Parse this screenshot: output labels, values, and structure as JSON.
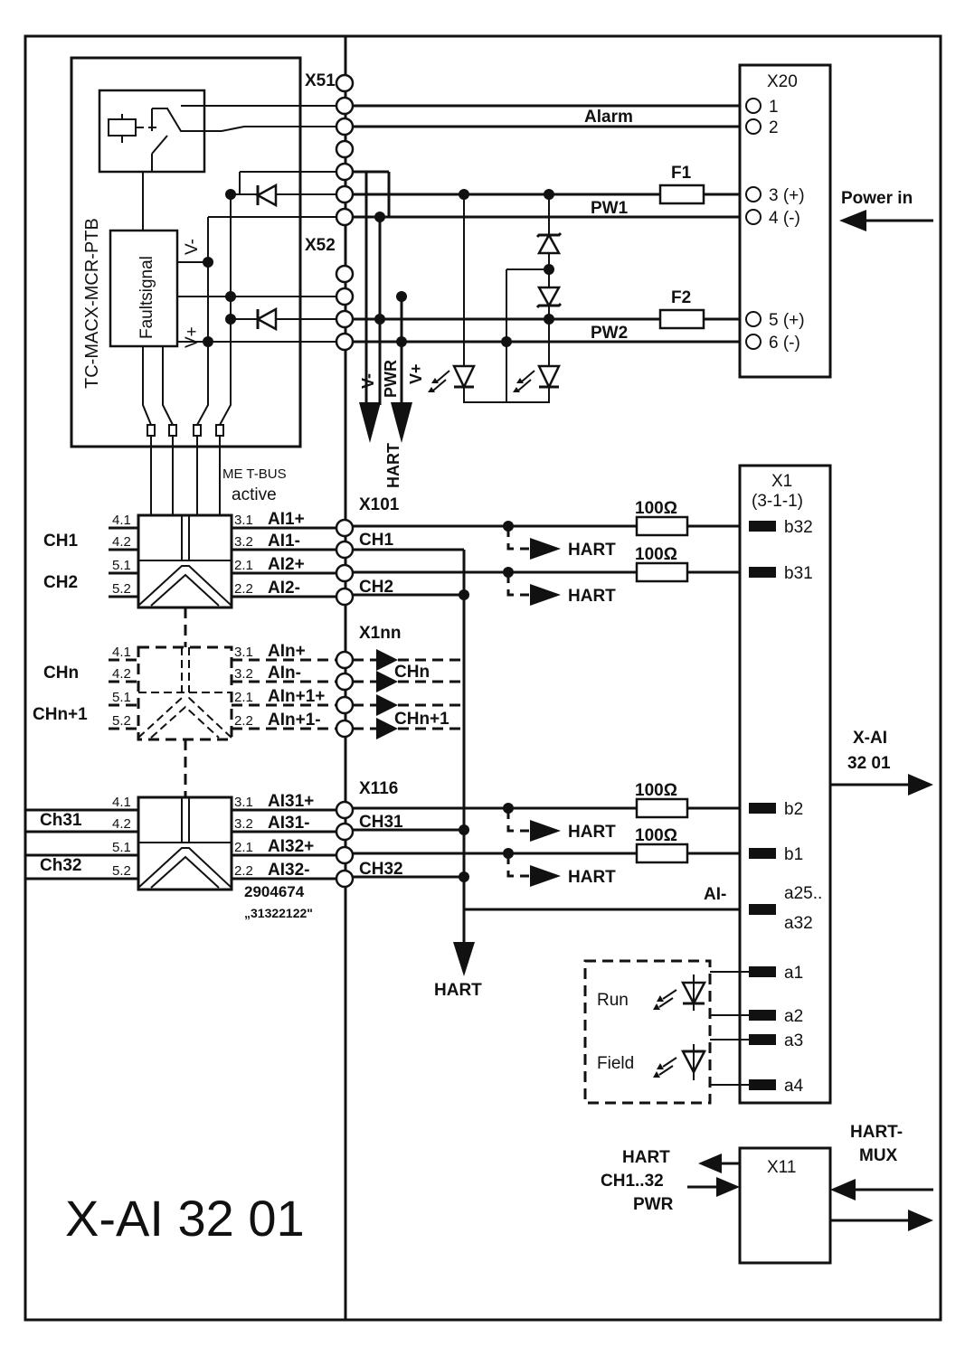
{
  "title": "X-AI 32 01",
  "relay_module": {
    "name": "TC-MACX-MCR-PTB",
    "fault_label": "Faultsignal",
    "vminus": "V-",
    "vplus": "V+"
  },
  "connectors": {
    "x51": "X51",
    "x52": "X52",
    "x101": "X101",
    "x1nn": "X1nn",
    "x116": "X116"
  },
  "x20": {
    "name": "X20",
    "pins": [
      "1",
      "2",
      "3 (+)",
      "4 (-)",
      "5 (+)",
      "6 (-)"
    ]
  },
  "power": {
    "alarm": "Alarm",
    "f1": "F1",
    "f2": "F2",
    "pw1": "PW1",
    "pw2": "PW2",
    "power_in": "Power in"
  },
  "hart_bus": {
    "vminus": "V-",
    "pwr": "PWR",
    "vplus": "V+",
    "hart": "HART"
  },
  "metbus": {
    "line1": "ME T-BUS",
    "line2": "active"
  },
  "adapter_pins": {
    "left": [
      "4.1",
      "4.2",
      "5.1",
      "5.2"
    ],
    "right": [
      "3.1",
      "3.2",
      "2.1",
      "2.2"
    ]
  },
  "channels": {
    "block1": {
      "ch_a": "CH1",
      "ch_b": "CH2",
      "signals": [
        "AI1+",
        "AI1-",
        "AI2+",
        "AI2-"
      ],
      "bus_a": "CH1",
      "bus_b": "CH2"
    },
    "blockn": {
      "ch_a": "CHn",
      "ch_b": "CHn+1",
      "signals": [
        "AIn+",
        "AIn-",
        "AIn+1+",
        "AIn+1-"
      ],
      "bus_a": "CHn",
      "bus_b": "CHn+1"
    },
    "block32": {
      "ch_a": "Ch31",
      "ch_b": "Ch32",
      "signals": [
        "AI31+",
        "AI31-",
        "AI32+",
        "AI32-"
      ],
      "bus_a": "CH31",
      "bus_b": "CH32"
    }
  },
  "part_number": "2904674",
  "part_code": "„31322122\"",
  "resistor": "100Ω",
  "hart_label": "HART",
  "x1": {
    "name": "X1",
    "sub": "(3-1-1)",
    "pins": [
      "b32",
      "b31",
      "b2",
      "b1",
      "a25..",
      "a32",
      "a1",
      "a2",
      "a3",
      "a4"
    ],
    "ai_minus": "AI-"
  },
  "output": {
    "line1": "X-AI",
    "line2": "32 01"
  },
  "leds": {
    "run": "Run",
    "field": "Field"
  },
  "x11": {
    "name": "X11",
    "left1": "HART",
    "left2": "CH1..32",
    "left3": "PWR",
    "mux1": "HART-",
    "mux2": "MUX"
  }
}
